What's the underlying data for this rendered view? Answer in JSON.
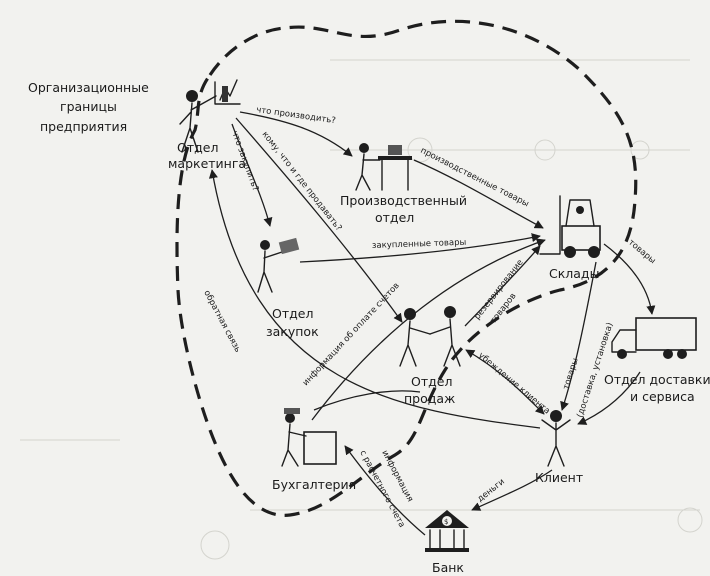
{
  "boundary_label": [
    "Организационные",
    "границы",
    "предприятия"
  ],
  "nodes": {
    "marketing": [
      "Отдел",
      "маркетинга"
    ],
    "production": [
      "Производственный",
      "отдел"
    ],
    "warehouse": [
      "Склады"
    ],
    "purchasing": [
      "Отдел",
      "закупок"
    ],
    "sales": [
      "Отдел",
      "продаж"
    ],
    "delivery": [
      "Отдел доставки",
      "и сервиса"
    ],
    "accounting": [
      "Бухгалтерия"
    ],
    "client": [
      "Клиент"
    ],
    "bank": [
      "Банк"
    ]
  },
  "flows": {
    "what_to_produce": "что производить?",
    "what_to_buy": "что закупить?",
    "whom_what_where": "кому, что и где продавать?",
    "produced_goods": "производственные товары",
    "purchased_goods": "закупленные товары",
    "goods_to_delivery": "товары",
    "reservation": [
      "резервирование",
      "товаров"
    ],
    "payment_info": "информация об оплате счетов",
    "feedback": "обратная связь",
    "persuading_client": "убеждение клиента",
    "goods_delivery_install": [
      "товары",
      "(доставка, установка)"
    ],
    "money": "деньги",
    "settlement_info": [
      "информация",
      "с расчетного счета"
    ]
  }
}
